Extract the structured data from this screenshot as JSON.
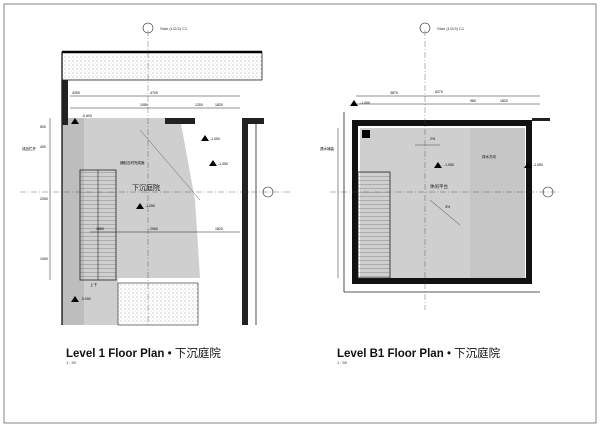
{
  "plans": [
    {
      "title_en": "Level 1 Floor Plan",
      "title_cn": "• 下沉庭院",
      "scale": "1 : 50",
      "room_label": "下沉庭院",
      "section_marker": "Stair (1/2/3) C1",
      "dims_top": [
        "4250",
        "1050",
        "1200",
        "4700",
        "1820"
      ],
      "dims_left": [
        "500",
        "400",
        "2000",
        "1000"
      ],
      "dims_bottom": [
        "1880",
        "2960",
        "1820"
      ],
      "levels": [
        "-0.600",
        "-1.050",
        "-1.050",
        "-1.050",
        "0.000"
      ],
      "notes": [
        "铺贴石材完成面",
        "成品栏杆",
        "上下"
      ]
    },
    {
      "title_en": "Level B1 Floor Plan",
      "title_cn": "• 下沉庭院",
      "scale": "1 : 50",
      "room_label": "休闲平台",
      "section_marker": "Stair (1/2/3) C1",
      "dims_top": [
        "3870",
        "6270",
        "980",
        "1820"
      ],
      "levels": [
        "-1.050",
        "-1.050",
        "-1.000"
      ],
      "notes": [
        "透水铺装",
        "排水方向",
        "2%",
        "3%"
      ]
    }
  ]
}
